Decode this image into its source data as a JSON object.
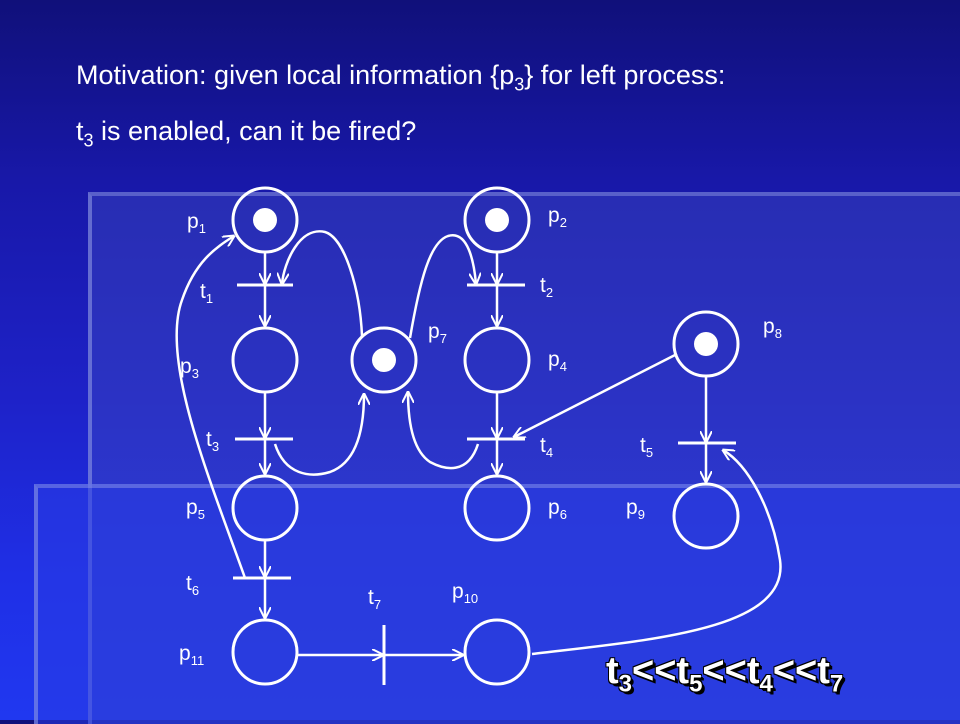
{
  "title": {
    "line1": {
      "pre": "Motivation: given local information {p",
      "sub": "3",
      "post": "} for left process:"
    },
    "line2": {
      "pre": "t",
      "sub": "3",
      "post": " is enabled, can it be fired?"
    }
  },
  "places": [
    {
      "id": "p1",
      "base": "p",
      "sub": "1",
      "marked": true
    },
    {
      "id": "p2",
      "base": "p",
      "sub": "2",
      "marked": true
    },
    {
      "id": "p3",
      "base": "p",
      "sub": "3",
      "marked": false
    },
    {
      "id": "p4",
      "base": "p",
      "sub": "4",
      "marked": false
    },
    {
      "id": "p5",
      "base": "p",
      "sub": "5",
      "marked": false
    },
    {
      "id": "p6",
      "base": "p",
      "sub": "6",
      "marked": false
    },
    {
      "id": "p7",
      "base": "p",
      "sub": "7",
      "marked": true
    },
    {
      "id": "p8",
      "base": "p",
      "sub": "8",
      "marked": true
    },
    {
      "id": "p9",
      "base": "p",
      "sub": "9",
      "marked": false
    },
    {
      "id": "p10",
      "base": "p",
      "sub": "10",
      "marked": false
    },
    {
      "id": "p11",
      "base": "p",
      "sub": "11",
      "marked": false
    }
  ],
  "transitions": [
    {
      "id": "t1",
      "base": "t",
      "sub": "1"
    },
    {
      "id": "t2",
      "base": "t",
      "sub": "2"
    },
    {
      "id": "t3",
      "base": "t",
      "sub": "3"
    },
    {
      "id": "t4",
      "base": "t",
      "sub": "4"
    },
    {
      "id": "t5",
      "base": "t",
      "sub": "5"
    },
    {
      "id": "t6",
      "base": "t",
      "sub": "6"
    },
    {
      "id": "t7",
      "base": "t",
      "sub": "7"
    }
  ],
  "arcs": [
    {
      "from": "p1",
      "to": "t1"
    },
    {
      "from": "t1",
      "to": "p3"
    },
    {
      "from": "p3",
      "to": "t3"
    },
    {
      "from": "t3",
      "to": "p5"
    },
    {
      "from": "p5",
      "to": "t6"
    },
    {
      "from": "t6",
      "to": "p11"
    },
    {
      "from": "t6",
      "to": "p1"
    },
    {
      "from": "p2",
      "to": "t2"
    },
    {
      "from": "t2",
      "to": "p4"
    },
    {
      "from": "p4",
      "to": "t4"
    },
    {
      "from": "t4",
      "to": "p6"
    },
    {
      "from": "p7",
      "to": "t1"
    },
    {
      "from": "t3",
      "to": "p7"
    },
    {
      "from": "p7",
      "to": "t2"
    },
    {
      "from": "t4",
      "to": "p7"
    },
    {
      "from": "p8",
      "to": "t4"
    },
    {
      "from": "p8",
      "to": "t5"
    },
    {
      "from": "t5",
      "to": "p9"
    },
    {
      "from": "p11",
      "to": "t7"
    },
    {
      "from": "t7",
      "to": "p10"
    },
    {
      "from": "p10",
      "to": "t5"
    }
  ],
  "order": {
    "parts": [
      {
        "base": "t",
        "sub": "3",
        "sep": "<<"
      },
      {
        "base": "t",
        "sub": "5",
        "sep": "<<"
      },
      {
        "base": "t",
        "sub": "4",
        "sep": "<<"
      },
      {
        "base": "t",
        "sub": "7",
        "sep": ""
      }
    ]
  },
  "colors": {
    "foreground": "#ffffff",
    "background_top": "#10107a",
    "background_bottom": "#2038f0"
  }
}
